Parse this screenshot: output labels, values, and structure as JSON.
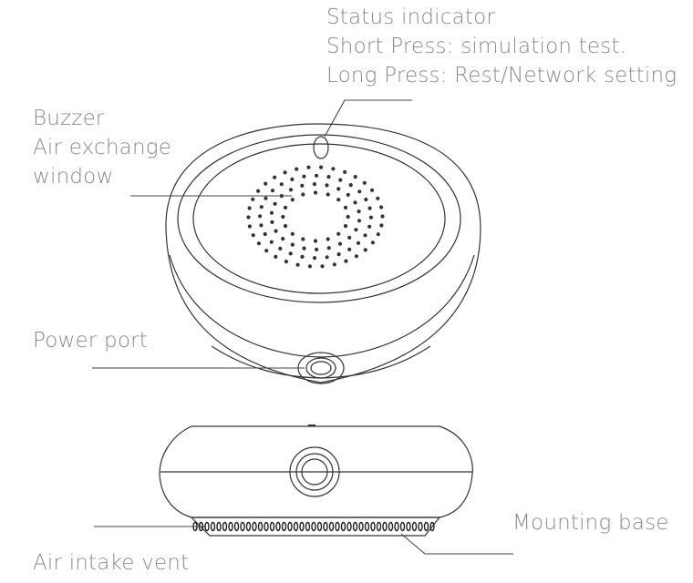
{
  "labels": {
    "status": {
      "line1": "Status indicator",
      "line2": "Short Press: simulation test.",
      "line3": "Long Press: Rest/Network setting"
    },
    "buzzer": {
      "line1": "Buzzer",
      "line2": "Air exchange",
      "line3": "window"
    },
    "power_port": "Power port",
    "mounting_base": "Mounting base",
    "air_intake_vent": "Air intake vent"
  },
  "colors": {
    "label_text": "#8a8a8a",
    "line": "#333333"
  }
}
